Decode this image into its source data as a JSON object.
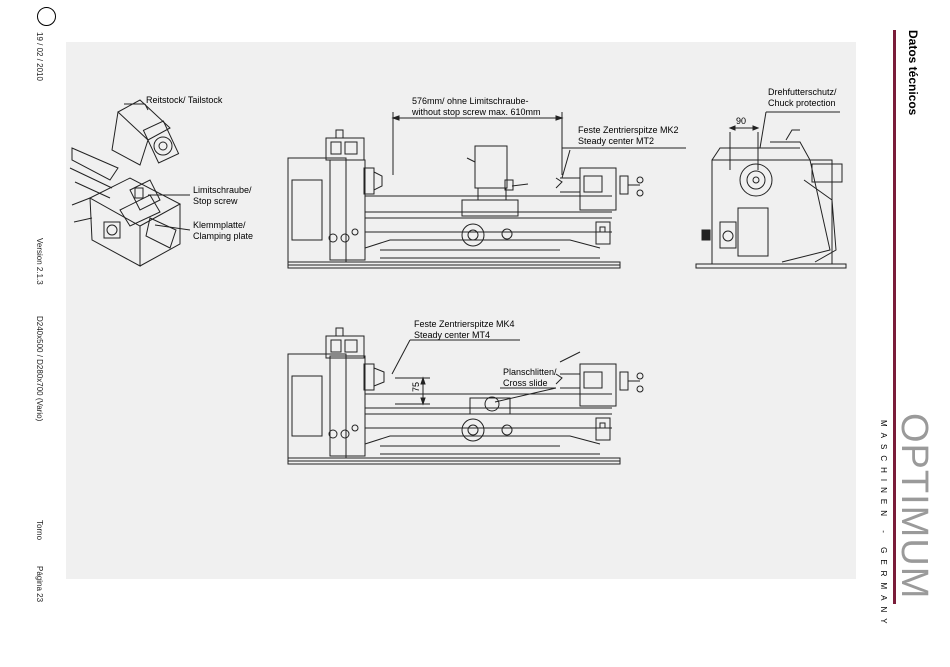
{
  "header": {
    "date": "19 / 02 / 2010",
    "section_title": "Datos técnicos"
  },
  "footer": {
    "version": "Version 2.1.3",
    "model": "D240x500 / D280x700 (Vario)",
    "doc_type": "Torno",
    "page": "Página 23"
  },
  "brand": {
    "name": "OPTIMUM",
    "tagline": "MASCHINEN - GERMANY",
    "accent_color": "#7a1d3a"
  },
  "labels": {
    "tailstock": "Reitstock/ Tailstock",
    "stop_screw_1": "Limitschraube/",
    "stop_screw_2": "Stop screw",
    "clamping_1": "Klemmplatte/",
    "clamping_2": "Clamping plate",
    "dim_576_1": "576mm/ ohne Limitschraube-",
    "dim_576_2": "without stop screw max. 610mm",
    "center_mk2_1": "Feste Zentrierspitze MK2",
    "center_mk2_2": "Steady center MT2",
    "chuck_1": "Drehfutterschutz/",
    "chuck_2": "Chuck protection",
    "dim_90": "90",
    "center_mk4_1": "Feste Zentrierspitze MK4",
    "center_mk4_2": "Steady center MT4",
    "dim_75": "75",
    "cross_1": "Planschlitten/",
    "cross_2": "Cross slide"
  }
}
